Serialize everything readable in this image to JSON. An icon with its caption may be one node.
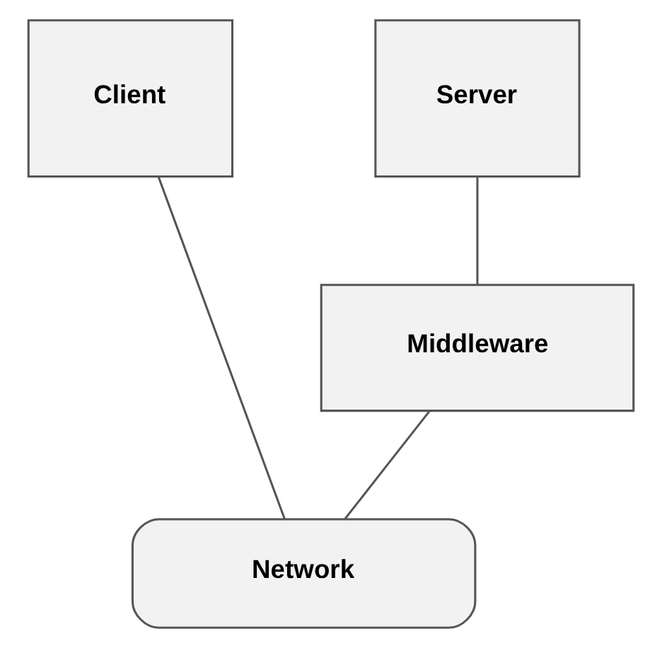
{
  "diagram": {
    "nodes": [
      {
        "text": [
          "Client"
        ]
      },
      {
        "text": [
          "Server"
        ]
      },
      {
        "text": [
          "Middleware"
        ]
      },
      {
        "text": [
          "Network"
        ]
      }
    ],
    "edges": [
      {
        "from": 0,
        "to": 3,
        "arrow": "none"
      },
      {
        "from": 1,
        "to": 2,
        "arrow": "none"
      },
      {
        "from": 2,
        "to": 3,
        "arrow": "none"
      }
    ]
  }
}
